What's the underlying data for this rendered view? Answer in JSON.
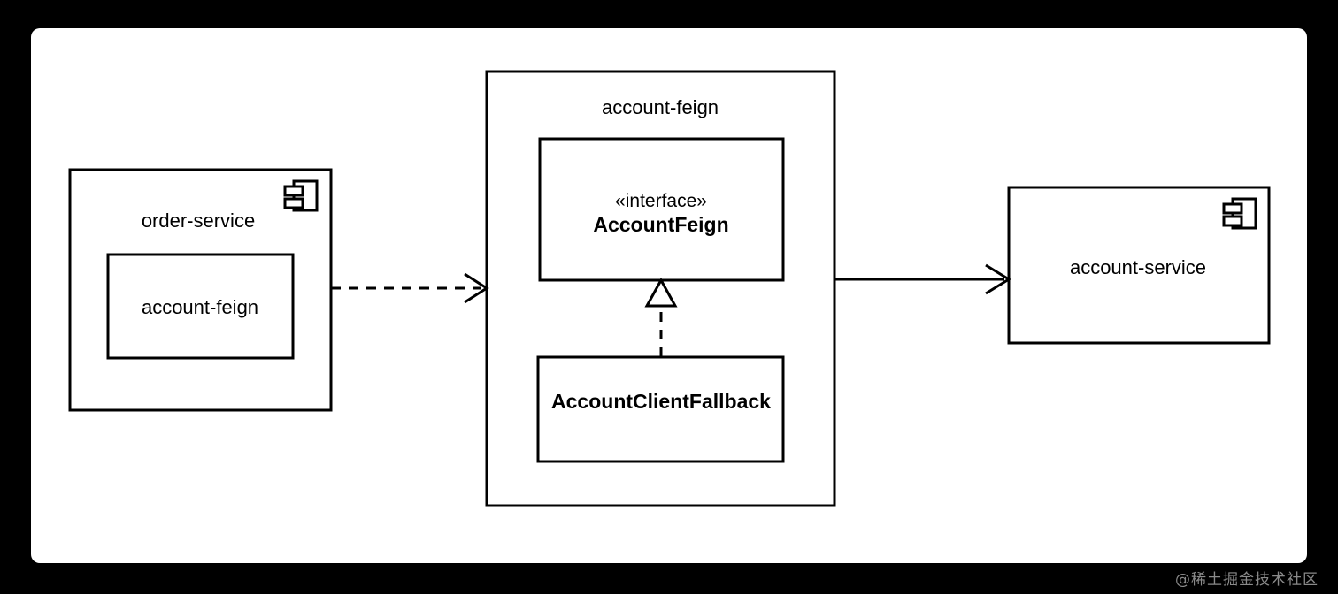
{
  "diagram": {
    "type": "uml-component-diagram",
    "background_color": "#000000",
    "canvas_color": "#ffffff",
    "stroke_color": "#000000",
    "components": {
      "order_service": {
        "title": "order-service",
        "icon": "uml-component-icon",
        "inner_box_label": "account-feign"
      },
      "account_feign_package": {
        "title": "account-feign",
        "interface": {
          "stereotype": "«interface»",
          "name": "AccountFeign"
        },
        "fallback": {
          "name": "AccountClientFallback"
        }
      },
      "account_service": {
        "title": "account-service",
        "icon": "uml-component-icon"
      }
    },
    "connectors": {
      "order_to_package": {
        "style": "dashed",
        "arrow": "open",
        "relation": "dependency"
      },
      "package_to_account_service": {
        "style": "solid",
        "arrow": "open",
        "relation": "association"
      },
      "fallback_to_interface": {
        "style": "dashed",
        "arrow": "hollow-triangle",
        "relation": "realization"
      }
    }
  },
  "watermark": {
    "text": "@稀土掘金技术社区",
    "color": "#8a8a8a"
  }
}
